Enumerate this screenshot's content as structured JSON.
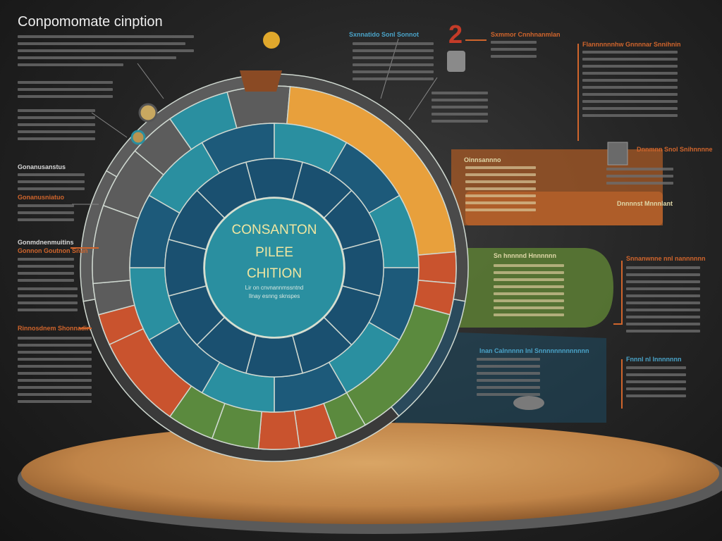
{
  "title": "Conpomomate cinption",
  "center": {
    "line1": "CONSANTON",
    "line2": "PILEE",
    "line3": "CHITION",
    "sub1": "Lir on cnvnannmssntnd",
    "sub2": "Ilnay esnng sknspes"
  },
  "step_number": "2",
  "left": {
    "h1": "Gonanusanstus",
    "h2": "Gonanusniatuo",
    "h3": "Gonmdnenmuitins",
    "h4": "Gonnon Goutnon Snun",
    "h5": "Rinnosdnem Shonnadin"
  },
  "right": {
    "h1": "Sxnnatido Sonl Sonnot",
    "h2": "Sxmmor Cnnhnanmlan",
    "h3": "Flannnnnnhw Gnnnnar Snnihnin",
    "h4": "Dnnmnn Snol Snihnnnne",
    "h5": "Oinnsannno",
    "h6": "Dnnnnst Mnnnlant",
    "h7": "Sn hnnnnd Hnnnnnn",
    "h8": "Snnanwnne nnl nannnnnn",
    "h9": "Fnnnl nl lnnnnnnn",
    "h10": "Inan Calnnnnn Inl Snnnnnnnnnnnnn"
  },
  "colors": {
    "orange": "#e8a03c",
    "red": "#c9532e",
    "green": "#5b8a3e",
    "teal": "#2a8fa0",
    "navy": "#1d5a7a",
    "grey": "#5c5c5c"
  }
}
